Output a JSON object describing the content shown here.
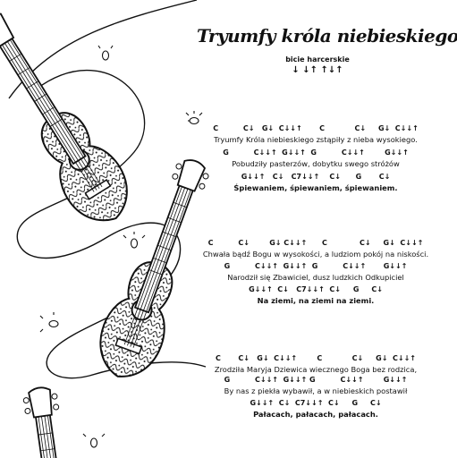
{
  "title": "Tryumfy króla niebieskiego",
  "strum": {
    "name": "bicie harcerskie",
    "arrows": "↓ ↓↑ ↑↓↑"
  },
  "verses": [
    {
      "lines": [
        {
          "chords": "C          C↓   G↓  C↓↓↑       C            C↓     G↓  C↓↓↑",
          "lyric": "Tryumfy Króla niebieskiego zstąpiły z nieba wysokiego."
        },
        {
          "chords": "G          C↓↓↑  G↓↓↑  G          C↓↓↑        G↓↓↑",
          "lyric": "Pobudziły pasterzów, dobytku swego stróżów"
        },
        {
          "chords": "G↓↓↑   C↓   C7↓↓↑    C↓      G       C↓",
          "lyric": "Śpiewaniem, śpiewaniem, śpiewaniem."
        }
      ]
    },
    {
      "lines": [
        {
          "chords": "C          C↓        G↓ C↓↓↑      C             C↓     G↓  C↓↓↑",
          "lyric": "Chwała bądź Bogu w wysokości, a ludziom pokój na niskości."
        },
        {
          "chords": "G          C↓↓↑  G↓↓↑  G          C↓↓↑       G↓↓↑",
          "lyric": "Narodził się Zbawiciel, dusz ludzkich Odkupiciel"
        },
        {
          "chords": "G↓↓↑  C↓   C7↓↓↑  C↓     G     C↓",
          "lyric": "Na ziemi, na ziemi na ziemi."
        }
      ]
    },
    {
      "lines": [
        {
          "chords": "C       C↓   G↓  C↓↓↑        C            C↓     G↓  C↓↓↑",
          "lyric": "Zrodziła Maryja Dziewica wiecznego Boga bez rodzica,"
        },
        {
          "chords": "G          C↓↓↑  G↓↓↑ G          C↓↓↑        G↓↓↑",
          "lyric": "By nas z piekła wybawił, a w niebieskich postawił"
        },
        {
          "chords": "G↓↓↑  C↓  C7↓↓↑  C↓     G     C↓",
          "lyric": "Pałacach, pałacach, pałacach."
        }
      ]
    }
  ]
}
